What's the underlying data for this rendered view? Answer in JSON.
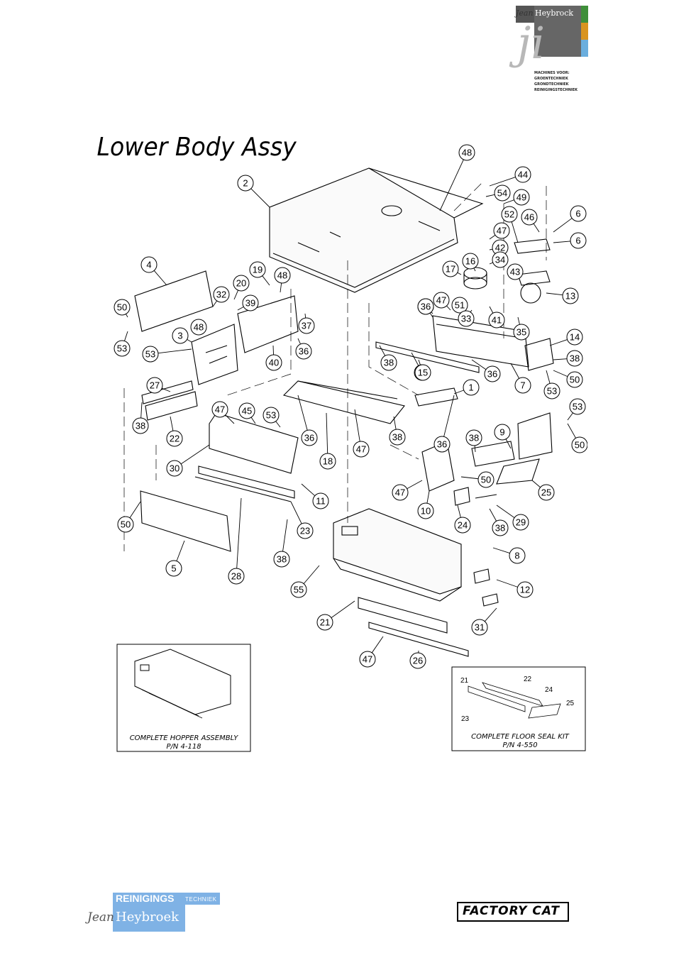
{
  "brand_top": {
    "name_first": "Jean",
    "name_last": "Heybrock",
    "monogram": "ji",
    "tagline_lines": [
      "MACHINES VOOR:",
      "GROENTECHNIEK",
      "GRONDTECHNIEK",
      "REINIGINGSTECHNIEK"
    ],
    "bar_colors": [
      "#3f8f3a",
      "#d9941f",
      "#6aaede"
    ]
  },
  "diagram": {
    "title": "Lower Body Assy",
    "callouts": [
      "2",
      "48",
      "44",
      "54",
      "49",
      "52",
      "46",
      "6",
      "6",
      "47",
      "42",
      "34",
      "4",
      "19",
      "48",
      "16",
      "17",
      "43",
      "13",
      "32",
      "20",
      "39",
      "50",
      "53",
      "48",
      "3",
      "53",
      "37",
      "36",
      "40",
      "36",
      "51",
      "33",
      "41",
      "35",
      "47",
      "36",
      "14",
      "38",
      "50",
      "53",
      "38",
      "15",
      "36",
      "7",
      "15",
      "1",
      "27",
      "38",
      "22",
      "47",
      "45",
      "53",
      "36",
      "18",
      "47",
      "38",
      "36",
      "53",
      "50",
      "9",
      "38",
      "30",
      "11",
      "47",
      "10",
      "50",
      "25",
      "29",
      "24",
      "38",
      "50",
      "23",
      "38",
      "5",
      "28",
      "8",
      "55",
      "12",
      "21",
      "31",
      "47",
      "26"
    ],
    "inset_hopper": {
      "line1": "COMPLETE HOPPER ASSEMBLY",
      "line2": "P/N 4-118"
    },
    "inset_floor": {
      "line1": "COMPLETE FLOOR SEAL KIT",
      "line2": "P/N 4-550",
      "labels": [
        "21",
        "22",
        "24",
        "25",
        "23"
      ]
    }
  },
  "footer_left": {
    "reinigings": "REINIGINGS",
    "techniek": "TECHNIEK",
    "jean": "Jean",
    "heybroek": "Heybroek"
  },
  "footer_right": {
    "brand": "FACTORY CAT"
  }
}
